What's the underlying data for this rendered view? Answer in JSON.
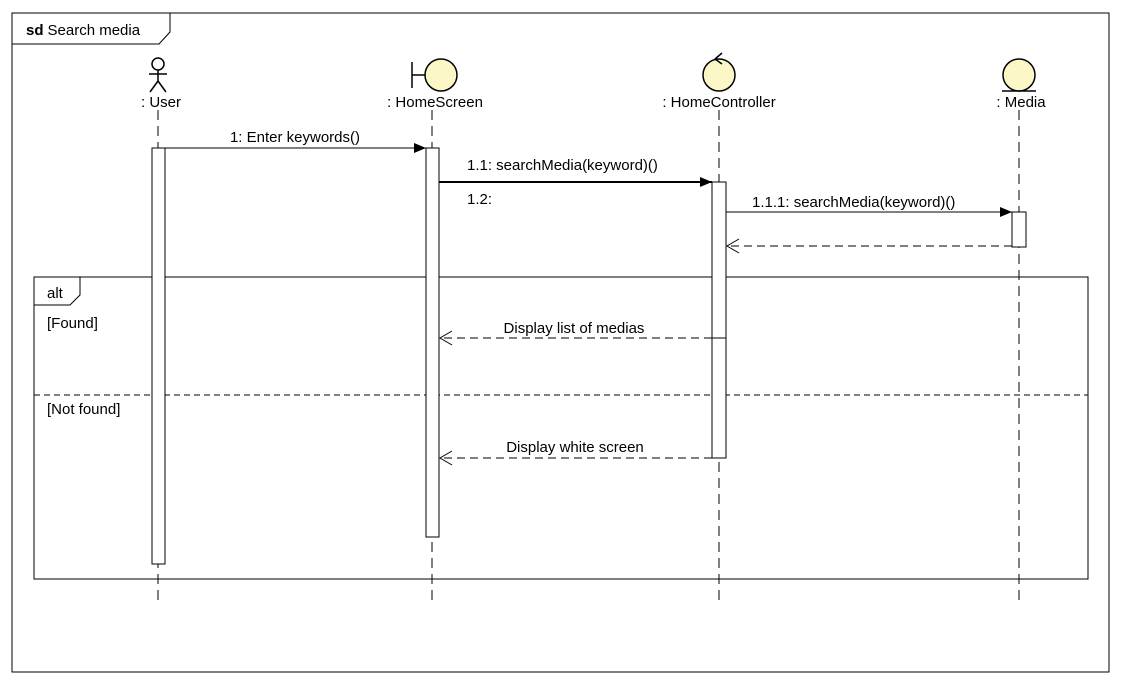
{
  "frame": {
    "keyword": "sd",
    "title": "Search media"
  },
  "colors": {
    "lifeline_head_fill": "#fcf7c6",
    "line": "#000000"
  },
  "lifelines": [
    {
      "id": "user",
      "kind": "actor-icon",
      "label": ": User"
    },
    {
      "id": "homescreen",
      "kind": "boundary-icon",
      "label": ": HomeScreen"
    },
    {
      "id": "homecontroller",
      "kind": "control-icon",
      "label": ": HomeController"
    },
    {
      "id": "media",
      "kind": "entity-icon",
      "label": ": Media"
    }
  ],
  "messages": [
    {
      "id": "m1",
      "label": "1: Enter keywords()",
      "style": "sync"
    },
    {
      "id": "m11",
      "label": "1.1: searchMedia(keyword)()",
      "style": "sync"
    },
    {
      "id": "m12",
      "label": "1.2:",
      "style": "note"
    },
    {
      "id": "m111",
      "label": "1.1.1: searchMedia(keyword)()",
      "style": "sync"
    },
    {
      "id": "r111",
      "label": "",
      "style": "return"
    },
    {
      "id": "rfound",
      "label": "Display list of medias",
      "style": "return"
    },
    {
      "id": "rnotfound",
      "label": "Display white screen",
      "style": "return"
    }
  ],
  "fragment": {
    "operator": "alt",
    "guards": [
      "[Found]",
      "[Not found]"
    ]
  }
}
